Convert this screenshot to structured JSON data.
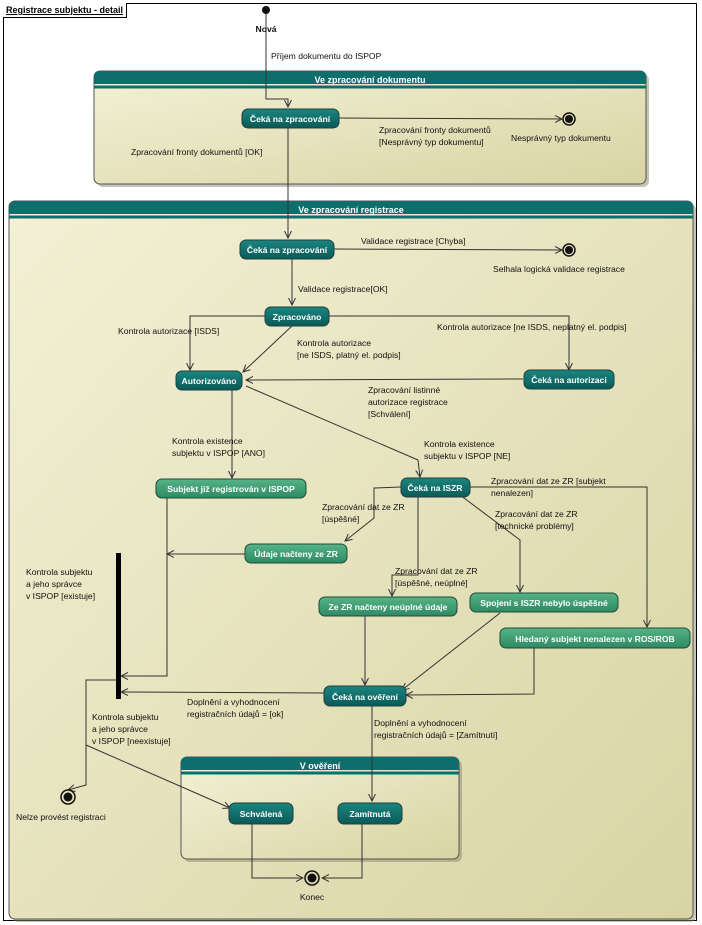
{
  "title": "Registrace subjektu - detail",
  "colors": {
    "composite_header": "#0f6e6b",
    "composite_body": "#e8e5bf",
    "state_dark": "#0c6a66",
    "state_light": "#3f9f76",
    "node": "#111111"
  },
  "nodes": {
    "start": "Nová",
    "bad_type": "Nesprávný typ dokumentu",
    "validation_failed": "Selhala logická validace registrace",
    "cannot_register": "Nelze provést registraci",
    "end": "Konec"
  },
  "composites": {
    "document": "Ve zpracování dokumentu",
    "registration": "Ve zpracování registrace",
    "verification": "V ověření"
  },
  "states": {
    "waiting_doc": "Čeká na zpracování",
    "waiting_reg": "Čeká na zpracování",
    "processed": "Zpracováno",
    "authorized": "Autorizováno",
    "waiting_auth": "Čeká na autorizaci",
    "already_registered": "Subjekt již registrován v ISPOP",
    "waiting_iszr": "Čeká na ISZR",
    "data_loaded": "Údaje načteny ze ZR",
    "incomplete_data": "Ze ZR načteny neúplné údaje",
    "iszr_failed": "Spojení s ISZR nebylo úspěšné",
    "not_found": "Hledaný subjekt nenalezen v ROS/ROB",
    "waiting_verify": "Čeká na ověření",
    "approved": "Schválená",
    "rejected": "Zamítnutá"
  },
  "transitions": {
    "receive": "Příjem dokumentu do ISPOP",
    "queue_bad": [
      "Zpracování fronty dokumentů",
      "[Nesprávný typ dokumentu]"
    ],
    "queue_ok": "Zpracování fronty dokumentů [OK]",
    "validation_error": "Validace registrace [Chyba]",
    "validation_ok": "Validace registrace[OK]",
    "auth_isds": "Kontrola autorizace [ISDS]",
    "auth_signed": [
      "Kontrola autorizace",
      "[ne ISDS, platný el. podpis]"
    ],
    "auth_unsigned": "Kontrola autorizace [ne ISDS, neplatný el. podpis]",
    "paper_auth": [
      "Zpracování listinné",
      "autorizace registrace",
      "[Schválení]"
    ],
    "exists_yes": [
      "Kontrola existence",
      "subjektu v ISPOP [ANO]"
    ],
    "exists_no": [
      "Kontrola existence",
      "subjektu v ISPOP [NE]"
    ],
    "zr_not_found": [
      "Zpracování dat ze ZR [subjekt",
      "nenalezen]"
    ],
    "zr_ok": [
      "Zpracování dat ze ZR",
      "[úspěšné]"
    ],
    "zr_tech": [
      "Zpracování dat ze ZR",
      "[technické problémy]"
    ],
    "zr_partial": [
      "Zpracování dat ze ZR",
      "[úspěšné, neúplné]"
    ],
    "check_exists": [
      "Kontrola subjektu",
      "a jeho správce",
      "v ISPOP  [existuje]"
    ],
    "check_not_exists": [
      "Kontrola subjektu",
      "a jeho správce",
      "v ISPOP  [neexistuje]"
    ],
    "complete_ok": [
      "Doplnění a vyhodnocení",
      "registračních údajů = [ok]"
    ],
    "complete_rejected": [
      "Doplnění a vyhodnocení",
      "registračních údajů = [Zamítnutí]"
    ]
  }
}
